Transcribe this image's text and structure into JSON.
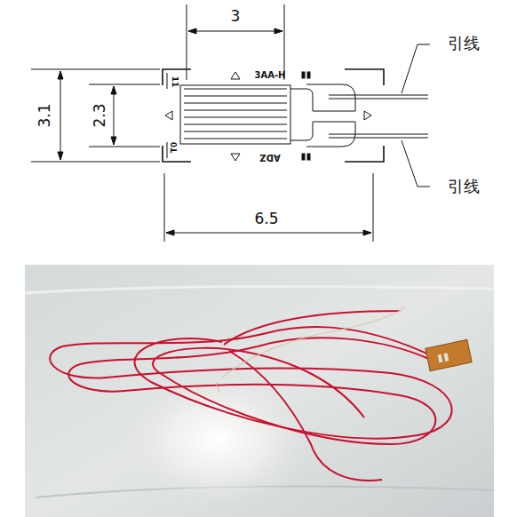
{
  "diagram": {
    "labels": [
      "3",
      "3.1",
      "2.3",
      "6.5",
      "3AA-H",
      "ADZ",
      "11",
      "T0",
      "引线",
      "引线"
    ]
  }
}
